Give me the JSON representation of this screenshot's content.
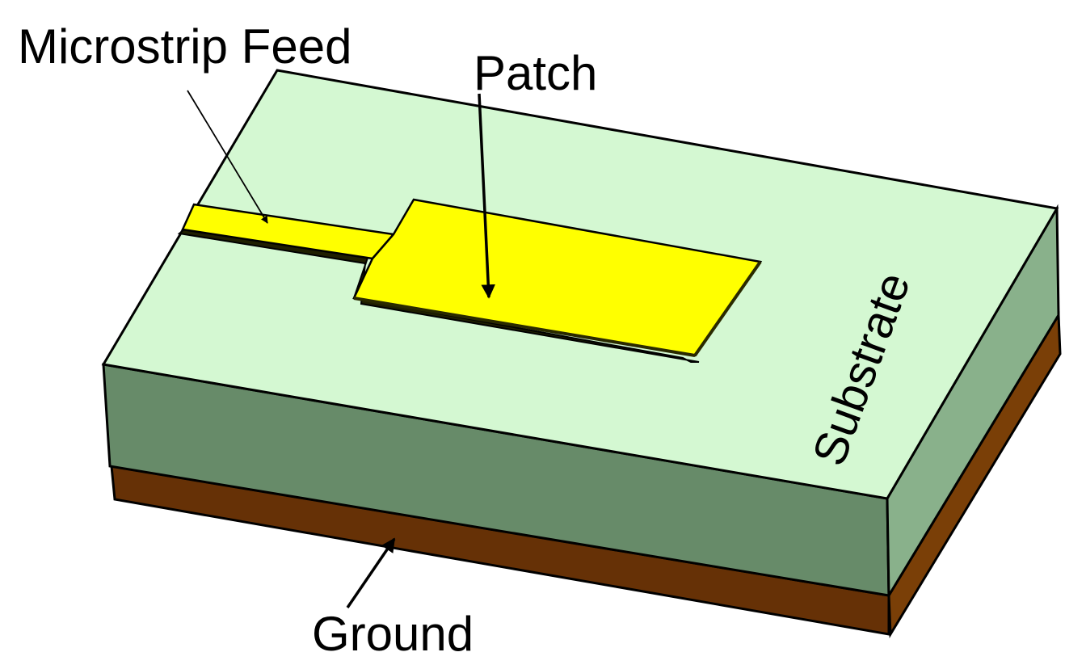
{
  "labels": {
    "feed": "Microstrip Feed",
    "patch": "Patch",
    "substrate": "Substrate",
    "ground": "Ground"
  },
  "colors": {
    "substrate_top": "#d4f8d2",
    "substrate_front": "#678b69",
    "substrate_side": "#89b18b",
    "ground_front": "#663106",
    "ground_side": "#7a3f07",
    "conductor": "#ffff00",
    "conductor_edge": "#2a2a00",
    "outline": "#000000"
  }
}
